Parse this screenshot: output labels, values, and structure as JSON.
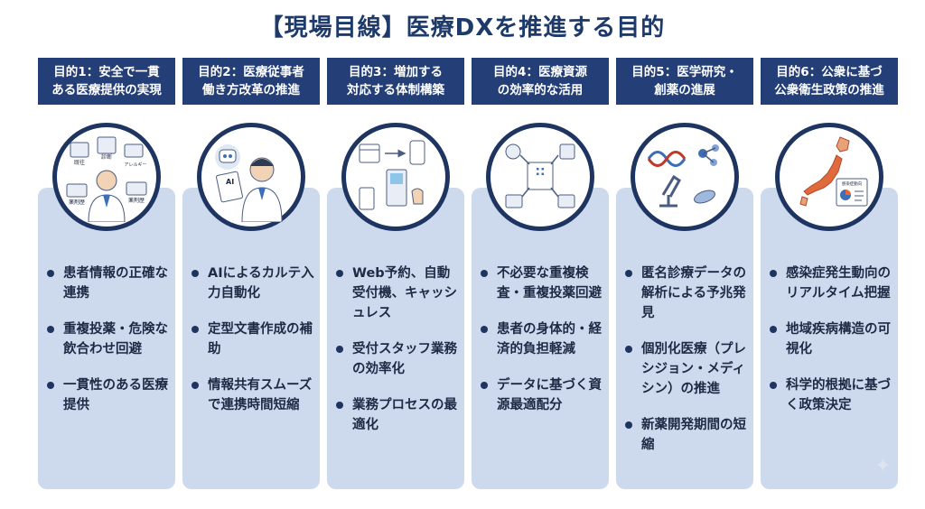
{
  "title": "【現場目線】医療DXを推進する目的",
  "columns": [
    {
      "heading_line1": "目的1：安全で一貫",
      "heading_line2": "ある医療提供の実現",
      "icon": "patient-information-icon",
      "icon_labels": [
        "診断",
        "アレルギー",
        "既往",
        "薬剤歴",
        "薬剤歴"
      ],
      "bullets": [
        "患者情報の正確な連携",
        "重複投薬・危険な飲合わせ回避",
        "一貫性のある医療提供"
      ]
    },
    {
      "heading_line1": "目的2：医療従事者",
      "heading_line2": "働き方改革の推進",
      "icon": "ai-doctor-icon",
      "icon_labels": [
        "AI"
      ],
      "bullets": [
        "AIによるカルテ入力自動化",
        "定型文書作成の補助",
        "情報共有スムーズで連携時間短縮"
      ]
    },
    {
      "heading_line1": "目的3：増加する",
      "heading_line2": "対応する体制構築",
      "icon": "reception-kiosk-icon",
      "icon_labels": [],
      "bullets": [
        "Web予約、自動受付機、キャッシュレス",
        "受付スタッフ業務の効率化",
        "業務プロセスの最適化"
      ]
    },
    {
      "heading_line1": "目的4：医療資源",
      "heading_line2": "の効率的な活用",
      "icon": "hospital-network-icon",
      "icon_labels": [],
      "bullets": [
        "不必要な重複検査・重複投薬回避",
        "患者の身体的・経済的負担軽減",
        "データに基づく資源最適配分"
      ]
    },
    {
      "heading_line1": "目的5：医学研究・",
      "heading_line2": "創薬の進展",
      "icon": "research-dna-icon",
      "icon_labels": [],
      "bullets": [
        "匿名診療データの解析による予兆発見",
        "個別化医療（プレシジョン・メディシン）の推進",
        "新薬開発期間の短縮"
      ]
    },
    {
      "heading_line1": "目的6：公衆に基づ",
      "heading_line2": "公衆衛生政策の推進",
      "icon": "japan-map-icon",
      "icon_labels": [
        "感染症動向"
      ],
      "bullets": [
        "感染症発生動向のリアルタイム把握",
        "地域疾病構造の可視化",
        "科学的根拠に基づく政策決定"
      ]
    }
  ],
  "colors": {
    "heading_bg": "#243f78",
    "panel_bg": "#cdd9ed",
    "title": "#1d3a6b",
    "bullet_text": "#1c2a44"
  }
}
